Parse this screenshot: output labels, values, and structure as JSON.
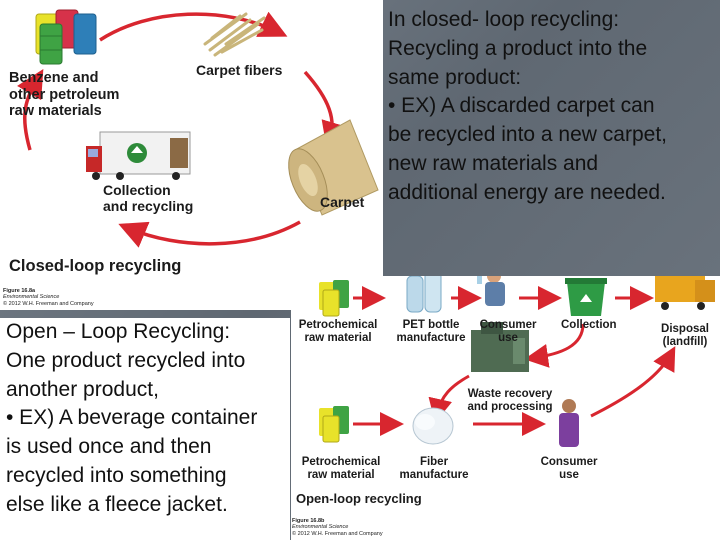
{
  "closed_text": {
    "title": "In closed- loop recycling:",
    "lines": [
      "Recycling a product into the",
      "same product:",
      "• EX) A discarded carpet can",
      "be recycled into a new carpet,",
      "new raw materials and",
      "additional energy are needed."
    ]
  },
  "open_text": {
    "title": "Open – Loop Recycling:",
    "lines": [
      "One product recycled into",
      "another product,",
      "• EX) A beverage container",
      "is used once and then",
      "recycled into something",
      "else like a fleece jacket."
    ]
  },
  "closed_figure": {
    "label_petroleum": [
      "Benzene and",
      "other petroleum",
      "raw materials"
    ],
    "label_fibers": "Carpet fibers",
    "label_collection": [
      "Collection",
      "and recycling"
    ],
    "label_carpet": "Carpet",
    "title": "Closed-loop recycling",
    "caption": [
      "Figure 16.8a",
      "Environmental Science",
      "© 2012 W.H. Freeman and Company"
    ]
  },
  "open_figure": {
    "label_petro_top": [
      "Petrochemical",
      "raw material"
    ],
    "label_pet": [
      "PET bottle",
      "manufacture"
    ],
    "label_consumer_top": [
      "Consumer",
      "use"
    ],
    "label_collection": "Collection",
    "label_disposal": [
      "Disposal",
      "(landfill)"
    ],
    "label_waste": [
      "Waste recovery",
      "and processing"
    ],
    "label_petro_bottom": [
      "Petrochemical",
      "raw material"
    ],
    "label_fiber": [
      "Fiber",
      "manufacture"
    ],
    "label_consumer_bottom": [
      "Consumer",
      "use"
    ],
    "title": "Open-loop recycling",
    "caption": [
      "Figure 16.8b",
      "Environmental Science",
      "© 2012 W.H. Freeman and Company"
    ]
  },
  "colors": {
    "arrow": "#d8262f",
    "barrel_yellow": "#e8e22a",
    "barrel_green": "#3fa344",
    "barrel_blue": "#2e7fb8",
    "barrel_red": "#d6324a"
  }
}
